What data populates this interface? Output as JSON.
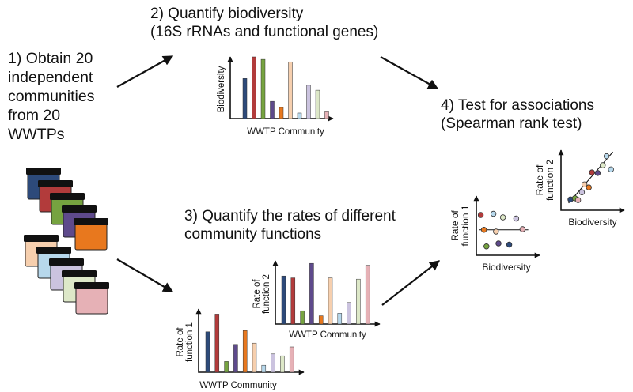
{
  "steps": {
    "obtain": {
      "lines": [
        "1) Obtain 20",
        "independent",
        "communities",
        "from 20",
        "WWTPs"
      ]
    },
    "biodiversity": {
      "lines": [
        "2) Quantify biodiversity",
        "(16S rRNAs and functional genes)"
      ]
    },
    "functions": {
      "lines": [
        "3) Quantify the rates of different",
        "community functions"
      ]
    },
    "associations": {
      "lines": [
        "4) Test for associations",
        "(Spearman rank test)"
      ]
    }
  },
  "jars": {
    "top_colors": [
      "#2d4a7a",
      "#b23b3b",
      "#76a340",
      "#5e4a8c",
      "#e8781e"
    ],
    "bottom_colors": [
      "#f6cfae",
      "#b7d8ec",
      "#cbc3df",
      "#dde8c8",
      "#e6b1b6"
    ],
    "lid_color": "#111111"
  },
  "chart_data": [
    {
      "type": "bar",
      "ylabel": "Biodiversity",
      "xlabel": "WWTP Community",
      "values": [
        6.5,
        10,
        9.6,
        2.8,
        1.8,
        9.2,
        0.9,
        5.4,
        4.6,
        1.1
      ],
      "colors": [
        "#2d4a7a",
        "#b23b3b",
        "#76a340",
        "#5e4a8c",
        "#e8781e",
        "#f6cfae",
        "#b7d8ec",
        "#cbc3df",
        "#dde8c8",
        "#e6b1b6"
      ]
    },
    {
      "type": "bar",
      "ylabel": "Rate of function 2",
      "xlabel": "WWTP Community",
      "values": [
        7.6,
        7.3,
        2.1,
        9.6,
        1.3,
        7.3,
        1.7,
        3.4,
        7.1,
        9.3
      ],
      "colors": [
        "#2d4a7a",
        "#b23b3b",
        "#76a340",
        "#5e4a8c",
        "#e8781e",
        "#f6cfae",
        "#b7d8ec",
        "#cbc3df",
        "#dde8c8",
        "#e6b1b6"
      ]
    },
    {
      "type": "bar",
      "ylabel": "Rate of function 1",
      "xlabel": "WWTP Community",
      "values": [
        6.4,
        9.2,
        1.7,
        4.4,
        6.6,
        4.6,
        1.1,
        2.9,
        2.6,
        4.0
      ],
      "colors": [
        "#2d4a7a",
        "#b23b3b",
        "#76a340",
        "#5e4a8c",
        "#e8781e",
        "#f6cfae",
        "#b7d8ec",
        "#cbc3df",
        "#dde8c8",
        "#e6b1b6"
      ]
    },
    {
      "type": "scatter",
      "ylabel": "Rate of function 1",
      "xlabel": "Biodiversity",
      "trend": "flat",
      "points": [
        {
          "x": 0.07,
          "y": 0.68,
          "color": "#b23b3b"
        },
        {
          "x": 0.12,
          "y": 0.43,
          "color": "#e8781e"
        },
        {
          "x": 0.16,
          "y": 0.15,
          "color": "#76a340"
        },
        {
          "x": 0.27,
          "y": 0.7,
          "color": "#b7d8ec"
        },
        {
          "x": 0.31,
          "y": 0.4,
          "color": "#f6cfae"
        },
        {
          "x": 0.35,
          "y": 0.2,
          "color": "#5e4a8c"
        },
        {
          "x": 0.42,
          "y": 0.64,
          "color": "#dde8c8"
        },
        {
          "x": 0.52,
          "y": 0.18,
          "color": "#2d4a7a"
        },
        {
          "x": 0.63,
          "y": 0.62,
          "color": "#cbc3df"
        },
        {
          "x": 0.73,
          "y": 0.44,
          "color": "#e6b1b6"
        }
      ]
    },
    {
      "type": "scatter",
      "ylabel": "Rate of function 2",
      "xlabel": "Biodiversity",
      "trend": "positive",
      "points": [
        {
          "x": 0.15,
          "y": 0.18,
          "color": "#2d4a7a"
        },
        {
          "x": 0.22,
          "y": 0.2,
          "color": "#76a340"
        },
        {
          "x": 0.27,
          "y": 0.17,
          "color": "#e6b1b6"
        },
        {
          "x": 0.33,
          "y": 0.3,
          "color": "#cbc3df"
        },
        {
          "x": 0.37,
          "y": 0.43,
          "color": "#f6cfae"
        },
        {
          "x": 0.44,
          "y": 0.38,
          "color": "#e8781e"
        },
        {
          "x": 0.49,
          "y": 0.63,
          "color": "#b23b3b"
        },
        {
          "x": 0.58,
          "y": 0.62,
          "color": "#5e4a8c"
        },
        {
          "x": 0.66,
          "y": 0.75,
          "color": "#dde8c8"
        },
        {
          "x": 0.72,
          "y": 0.9,
          "color": "#b7d8ec"
        },
        {
          "x": 0.79,
          "y": 0.68,
          "color": "#b7d8ec"
        }
      ]
    }
  ]
}
